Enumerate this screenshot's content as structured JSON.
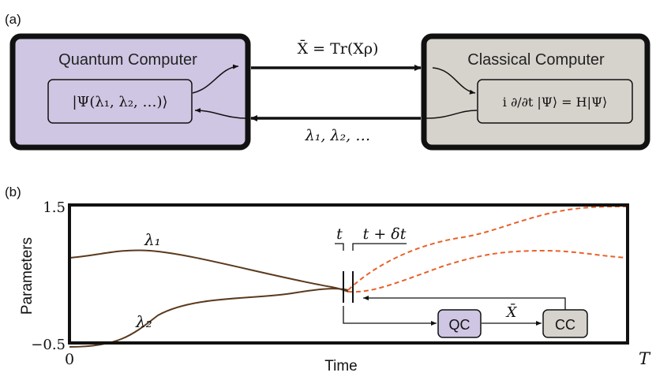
{
  "panel_a": {
    "label": "(a)",
    "quantum_box": {
      "title": "Quantum Computer",
      "state": "|Ψ(λ₁, λ₂, …)⟩",
      "fill": "#cfc6e3"
    },
    "classical_box": {
      "title": "Classical Computer",
      "equation": "i ∂/∂t |Ψ⟩ = H|Ψ⟩",
      "fill": "#d6d2cc"
    },
    "top_arrow_label": "X̄ = Tr(Xρ)",
    "bottom_arrow_label": "λ₁, λ₂, …"
  },
  "panel_b": {
    "label": "(b)",
    "xlabel": "Time",
    "ylabel": "Parameters",
    "y_ticks": [
      "1.5",
      "−0.5"
    ],
    "x_ticks": [
      "0",
      "T"
    ],
    "lambda1_label": "λ₁",
    "lambda2_label": "λ₂",
    "t_label": "t",
    "t_dt_label": "t + δt",
    "qc_label": "QC",
    "cc_label": "CC",
    "xbar_label": "X̄",
    "colors": {
      "solid": "#5a3a1e",
      "dashed": "#e8622a",
      "qc": "#cfc6e3",
      "cc": "#d6d2cc"
    }
  }
}
